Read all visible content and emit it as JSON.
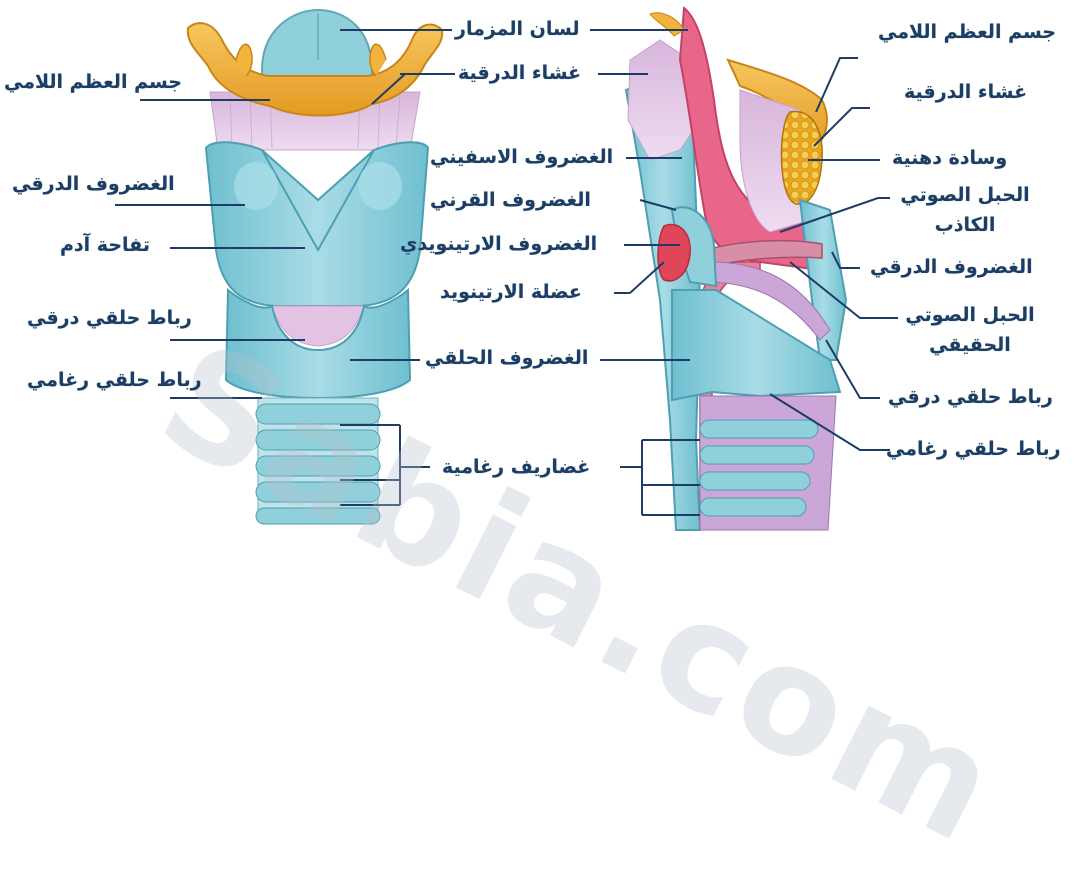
{
  "watermark": "Sabia.com",
  "anterior_view": {
    "labels": {
      "hyoid_body": "جسم العظم اللامي",
      "thyroid_cartilage": "الغضروف الدرقي",
      "adams_apple": "تفاحة آدم",
      "cricothyroid_ligament": "رباط حلقي درقي",
      "cricotracheal_ligament": "رباط حلقي رغامي"
    }
  },
  "center_labels": {
    "epiglottis": "لسان المزمار",
    "thyrohyoid_membrane": "غشاء الدرقية",
    "cuneiform_cartilage": "الغضروف الاسفيني",
    "corniculate_cartilage": "الغضروف القرني",
    "arytenoid_cartilage": "الغضروف الارتينويدي",
    "arytenoid_muscle": "عضلة الارتينويد",
    "cricoid_cartilage": "الغضروف الحلقي",
    "tracheal_cartilages": "غضاريف رغامية"
  },
  "sagittal_view": {
    "labels": {
      "hyoid_body": "جسم العظم اللامي",
      "thyrohyoid_membrane": "غشاء الدرقية",
      "fat_pad": "وسادة دهنية",
      "false_vocal_cord_1": "الحبل الصوتي",
      "false_vocal_cord_2": "الكاذب",
      "thyroid_cartilage": "الغضروف الدرقي",
      "true_vocal_cord_1": "الحبل الصوتي",
      "true_vocal_cord_2": "الحقيقي",
      "cricothyroid_ligament": "رباط حلقي درقي",
      "cricotracheal_ligament": "رباط حلقي رغامي"
    }
  },
  "colors": {
    "cartilage": "#8fd0db",
    "cartilage_dark": "#5fb3c4",
    "bone": "#f2b43c",
    "membrane": "#e6c8e6",
    "muscle": "#e0465a",
    "mucosa": "#e8668a",
    "fat": "#f0c040",
    "line": "#1d3d66",
    "label": "#1d3d66"
  }
}
